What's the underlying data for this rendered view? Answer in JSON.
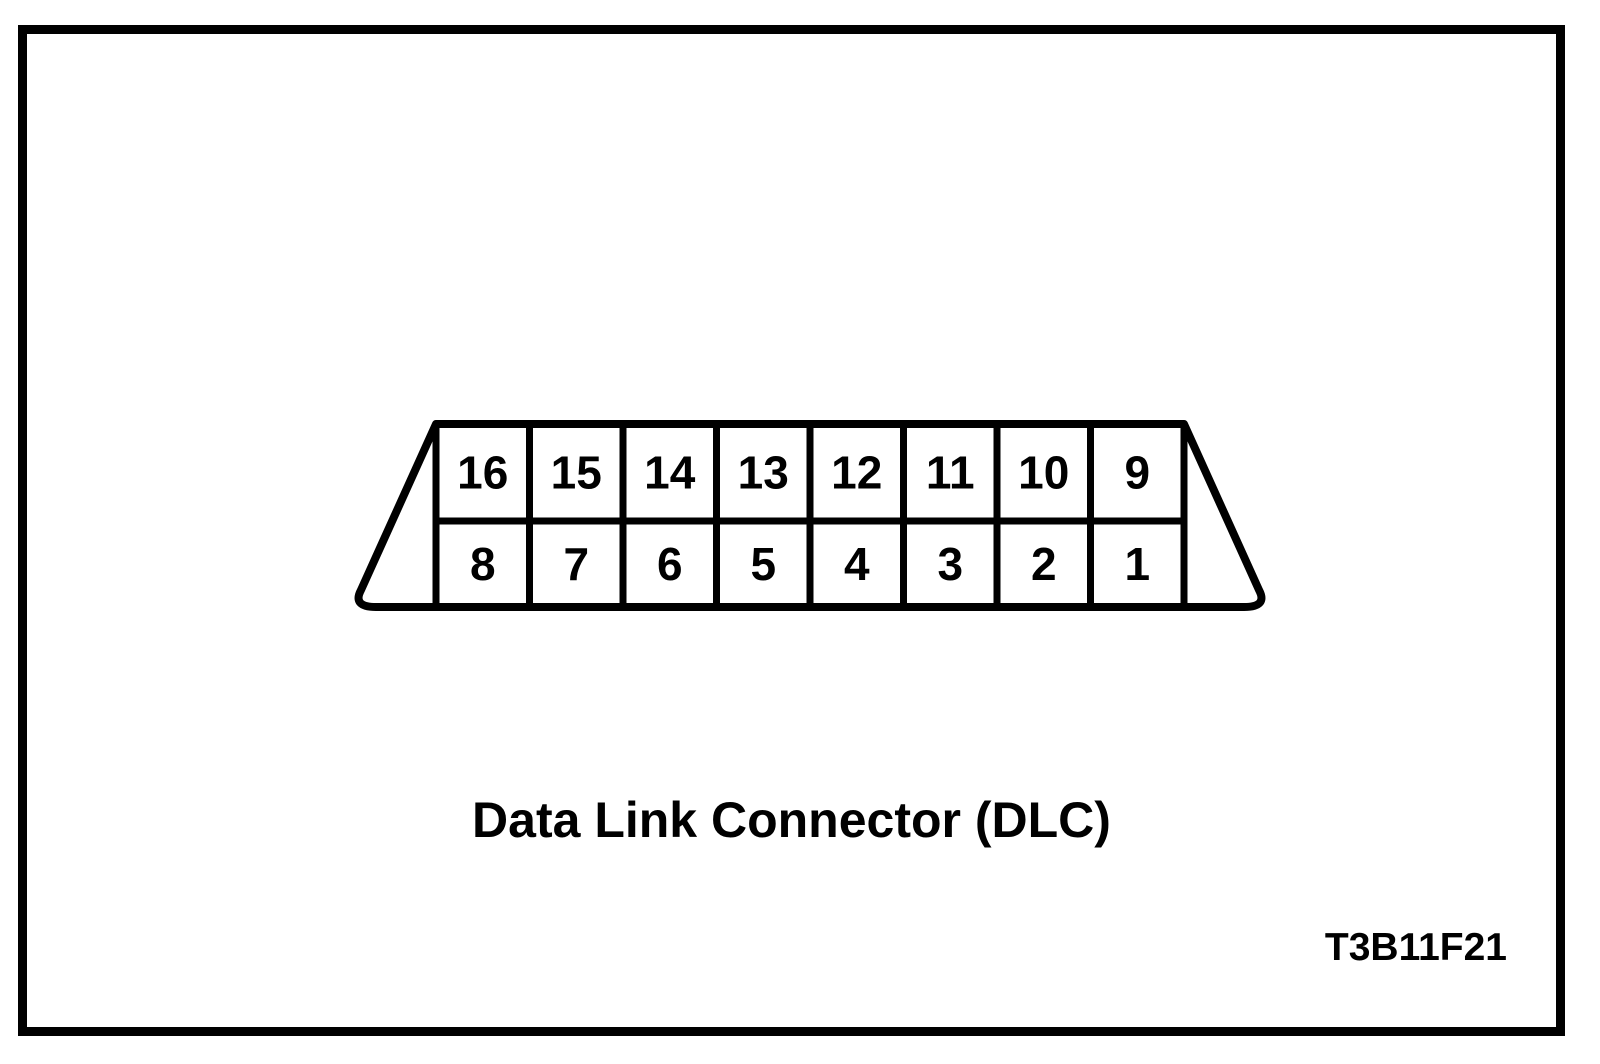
{
  "figure": {
    "caption": "Data Link Connector (DLC)",
    "figure_code": "T3B11F21"
  },
  "connector": {
    "rows": [
      {
        "name": "top-row",
        "pins": [
          "16",
          "15",
          "14",
          "13",
          "12",
          "11",
          "10",
          "9"
        ]
      },
      {
        "name": "bottom-row",
        "pins": [
          "8",
          "7",
          "6",
          "5",
          "4",
          "3",
          "2",
          "1"
        ]
      }
    ]
  },
  "colors": {
    "line": "#000000",
    "background": "#ffffff"
  }
}
